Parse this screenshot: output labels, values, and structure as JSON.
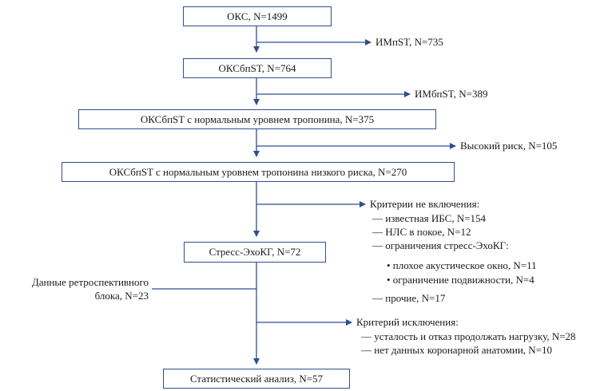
{
  "boxes": {
    "oks": "ОКС, N=1499",
    "oksbpst": "ОКСбпST, N=764",
    "normal_troponin": "ОКСбпST с нормальным уровнем тропонина, N=375",
    "low_risk": "ОКСбпST с нормальным уровнем тропонина низкого риска, N=270",
    "stress_echo": "Стресс-ЭхоКГ, N=72",
    "analysis": "Статистический анализ, N=57"
  },
  "side_labels": {
    "impst": "ИМпST, N=735",
    "imbpst": "ИМбпST, N=389",
    "high_risk": "Высокий риск, N=105"
  },
  "non_inclusion": {
    "title": "Критерии не включения:",
    "items": [
      "— известная ИБС, N=154",
      "— НЛС в покое, N=12",
      "— ограничения стресс-ЭхоКГ:"
    ],
    "subitems": [
      "• плохое акустическое окно, N=11",
      "• ограничение подвижности, N=4"
    ],
    "other": "— прочие, N=17"
  },
  "retrospective": {
    "line1": "Данные ретроспективного",
    "line2": "блока, N=23"
  },
  "exclusion": {
    "title": "Критерий исключения:",
    "items": [
      "— усталость и отказ продолжать нагрузку, N=28",
      "— нет данных коронарной анатомии, N=10"
    ]
  },
  "colors": {
    "border": "#2f4f8f",
    "arrow": "#2f4f8f"
  }
}
